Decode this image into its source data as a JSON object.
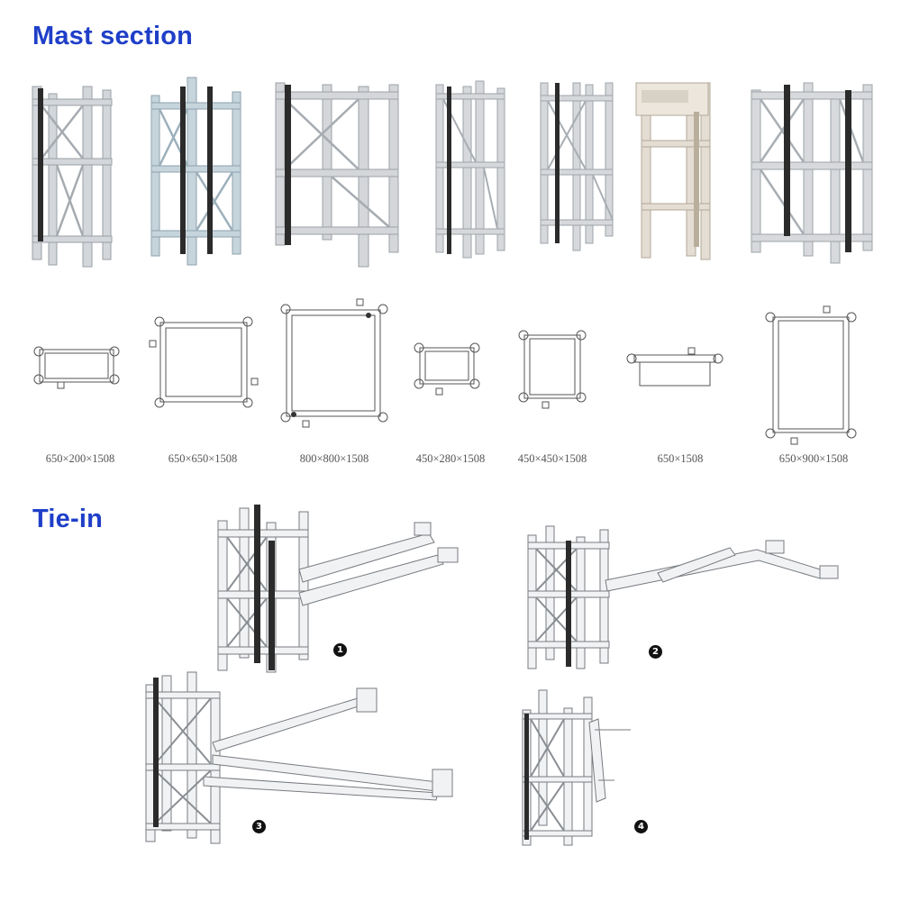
{
  "titles": {
    "mast": "Mast section",
    "tie": "Tie-in"
  },
  "colors": {
    "title": "#1f3fc8",
    "label": "#555555",
    "steel": "#c9ccd0",
    "steel_dark": "#8e949a",
    "rack": "#2b2b2b",
    "badge": "#111111"
  },
  "mast_sections": [
    {
      "dimension": "650×200×1508"
    },
    {
      "dimension": "650×650×1508"
    },
    {
      "dimension": "800×800×1508"
    },
    {
      "dimension": "450×280×1508"
    },
    {
      "dimension": "450×450×1508"
    },
    {
      "dimension": "650×1508"
    },
    {
      "dimension": "650×900×1508"
    }
  ],
  "tie_ins": [
    {
      "number": "1"
    },
    {
      "number": "2"
    },
    {
      "number": "3"
    },
    {
      "number": "4"
    }
  ]
}
